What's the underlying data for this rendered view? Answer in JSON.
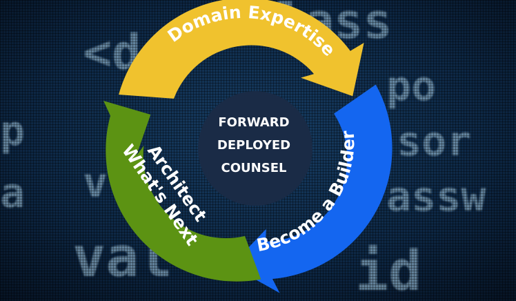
{
  "center": {
    "line1": "FORWARD",
    "line2": "DEPLOYED",
    "line3": "COUNSEL"
  },
  "segments": [
    {
      "label": "Domain Expertise",
      "color": "#f0c22e"
    },
    {
      "label": "Become a Builder",
      "color": "#1466f0"
    },
    {
      "label": "Architect",
      "label2": "What's Next",
      "color": "#5c9313"
    }
  ],
  "colors": {
    "background": "#0a1a2e",
    "code": "#a9cfe8",
    "center": "#1a2b46"
  },
  "background_code": [
    "<d",
    "lass",
    "po",
    "sor",
    "p",
    "v",
    "assw",
    "val",
    "id",
    "a"
  ]
}
